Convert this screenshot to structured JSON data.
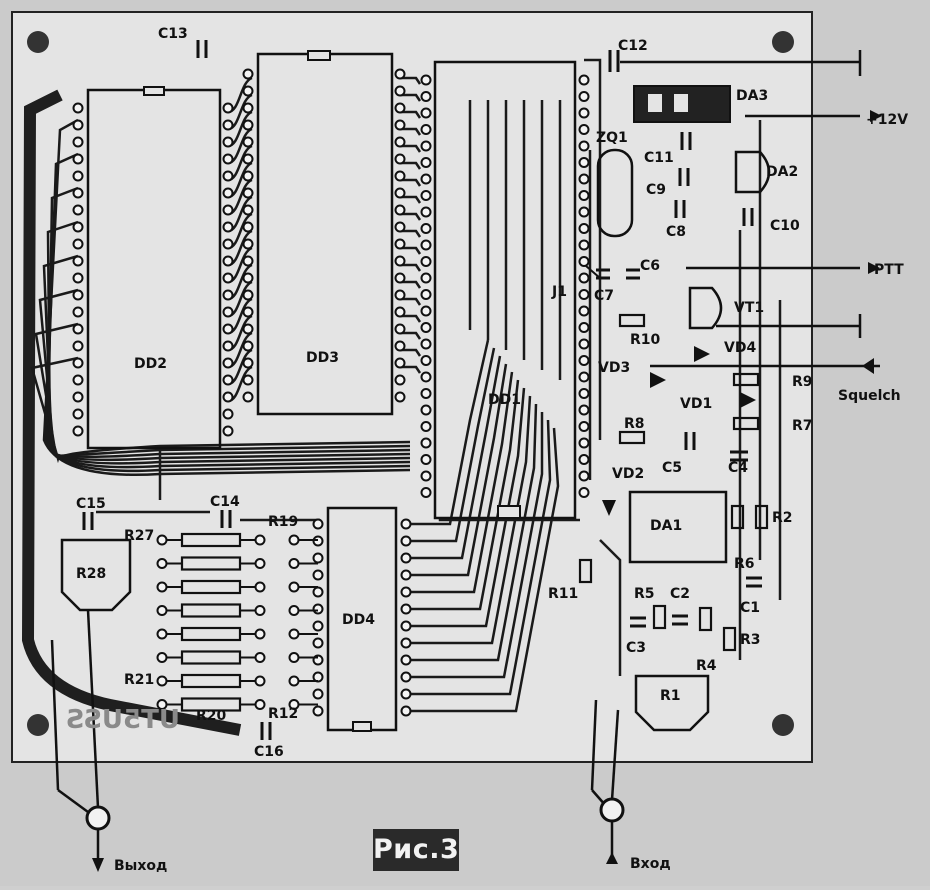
{
  "figure_caption": "Рис.3",
  "board_mark": "UT5USS",
  "ics": {
    "dd1": "DD1",
    "dd2": "DD2",
    "dd3": "DD3",
    "dd4": "DD4",
    "da1": "DA1",
    "da2": "DA2",
    "da3": "DA3"
  },
  "capacitors": {
    "c1": "C1",
    "c2": "C2",
    "c3": "C3",
    "c4": "C4",
    "c5": "C5",
    "c6": "C6",
    "c7": "C7",
    "c8": "C8",
    "c9": "C9",
    "c10": "C10",
    "c11": "C11",
    "c12": "C12",
    "c13": "C13",
    "c14": "C14",
    "c15": "C15",
    "c16": "C16"
  },
  "resistors": {
    "r1": "R1",
    "r2": "R2",
    "r3": "R3",
    "r4": "R4",
    "r5": "R5",
    "r6": "R6",
    "r7": "R7",
    "r8": "R8",
    "r9": "R9",
    "r10": "R10",
    "r11": "R11",
    "r12": "R12",
    "r19": "R19",
    "r20": "R20",
    "r21": "R21",
    "r27": "R27",
    "r28": "R28"
  },
  "semis": {
    "vd1": "VD1",
    "vd2": "VD2",
    "vd3": "VD3",
    "vd4": "VD4",
    "vt1": "VT1",
    "zq1": "ZQ1",
    "j1": "J1"
  },
  "terminals": {
    "power": "+12V",
    "ptt": "PTT",
    "squelch": "Squelch",
    "output": "Выход",
    "input": "Вход"
  }
}
